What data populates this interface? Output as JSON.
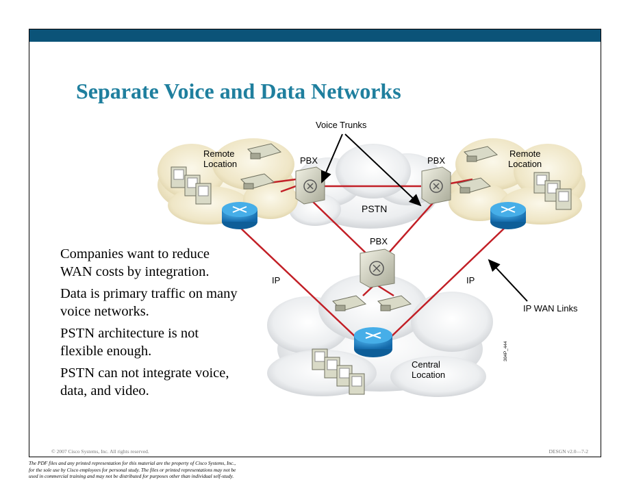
{
  "slide": {
    "title": "Separate Voice and Data Networks",
    "bullets": [
      "Companies want to reduce WAN costs by integration.",
      "Data is primary traffic on many voice networks.",
      "PSTN architecture is not flexible enough.",
      "PSTN can not integrate voice, data, and video."
    ],
    "footer_left": "© 2007 Cisco Systems, Inc. All rights reserved.",
    "footer_right": "DESGN v2.0—7-2"
  },
  "diagram": {
    "labels": {
      "voice_trunks": "Voice Trunks",
      "pbx": "PBX",
      "pstn": "PSTN",
      "remote_location_line1": "Remote",
      "remote_location_line2": "Location",
      "central_location_line1": "Central",
      "central_location_line2": "Location",
      "ip": "IP",
      "ip_wan_links": "IP WAN Links",
      "figure_code": "304P_444"
    },
    "colors": {
      "trunk": "#c21f26",
      "router": "#1e8bd1",
      "accent": "#0b5378",
      "title": "#1f7f9e"
    }
  },
  "disclaimer": [
    "The PDF files and any printed representation for this material are the property of Cisco Systems, Inc.,",
    "for the sole use by Cisco employees for personal study. The files or printed representations may not be",
    "used in commercial training and may not be distributed for purposes other than individual self-study."
  ]
}
